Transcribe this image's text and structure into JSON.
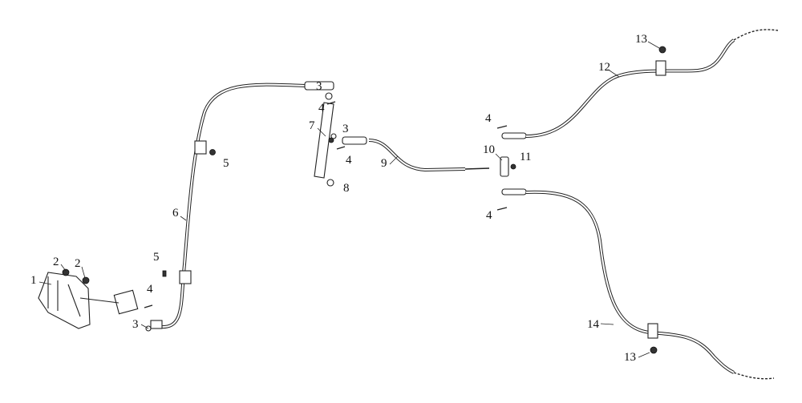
{
  "diagram": {
    "title": "",
    "callouts": [
      "1",
      "2",
      "2",
      "3",
      "4",
      "5",
      "6",
      "5",
      "3",
      "4",
      "7",
      "3",
      "4",
      "8",
      "9",
      "10",
      "11",
      "4",
      "4",
      "12",
      "13",
      "14",
      "13"
    ]
  }
}
